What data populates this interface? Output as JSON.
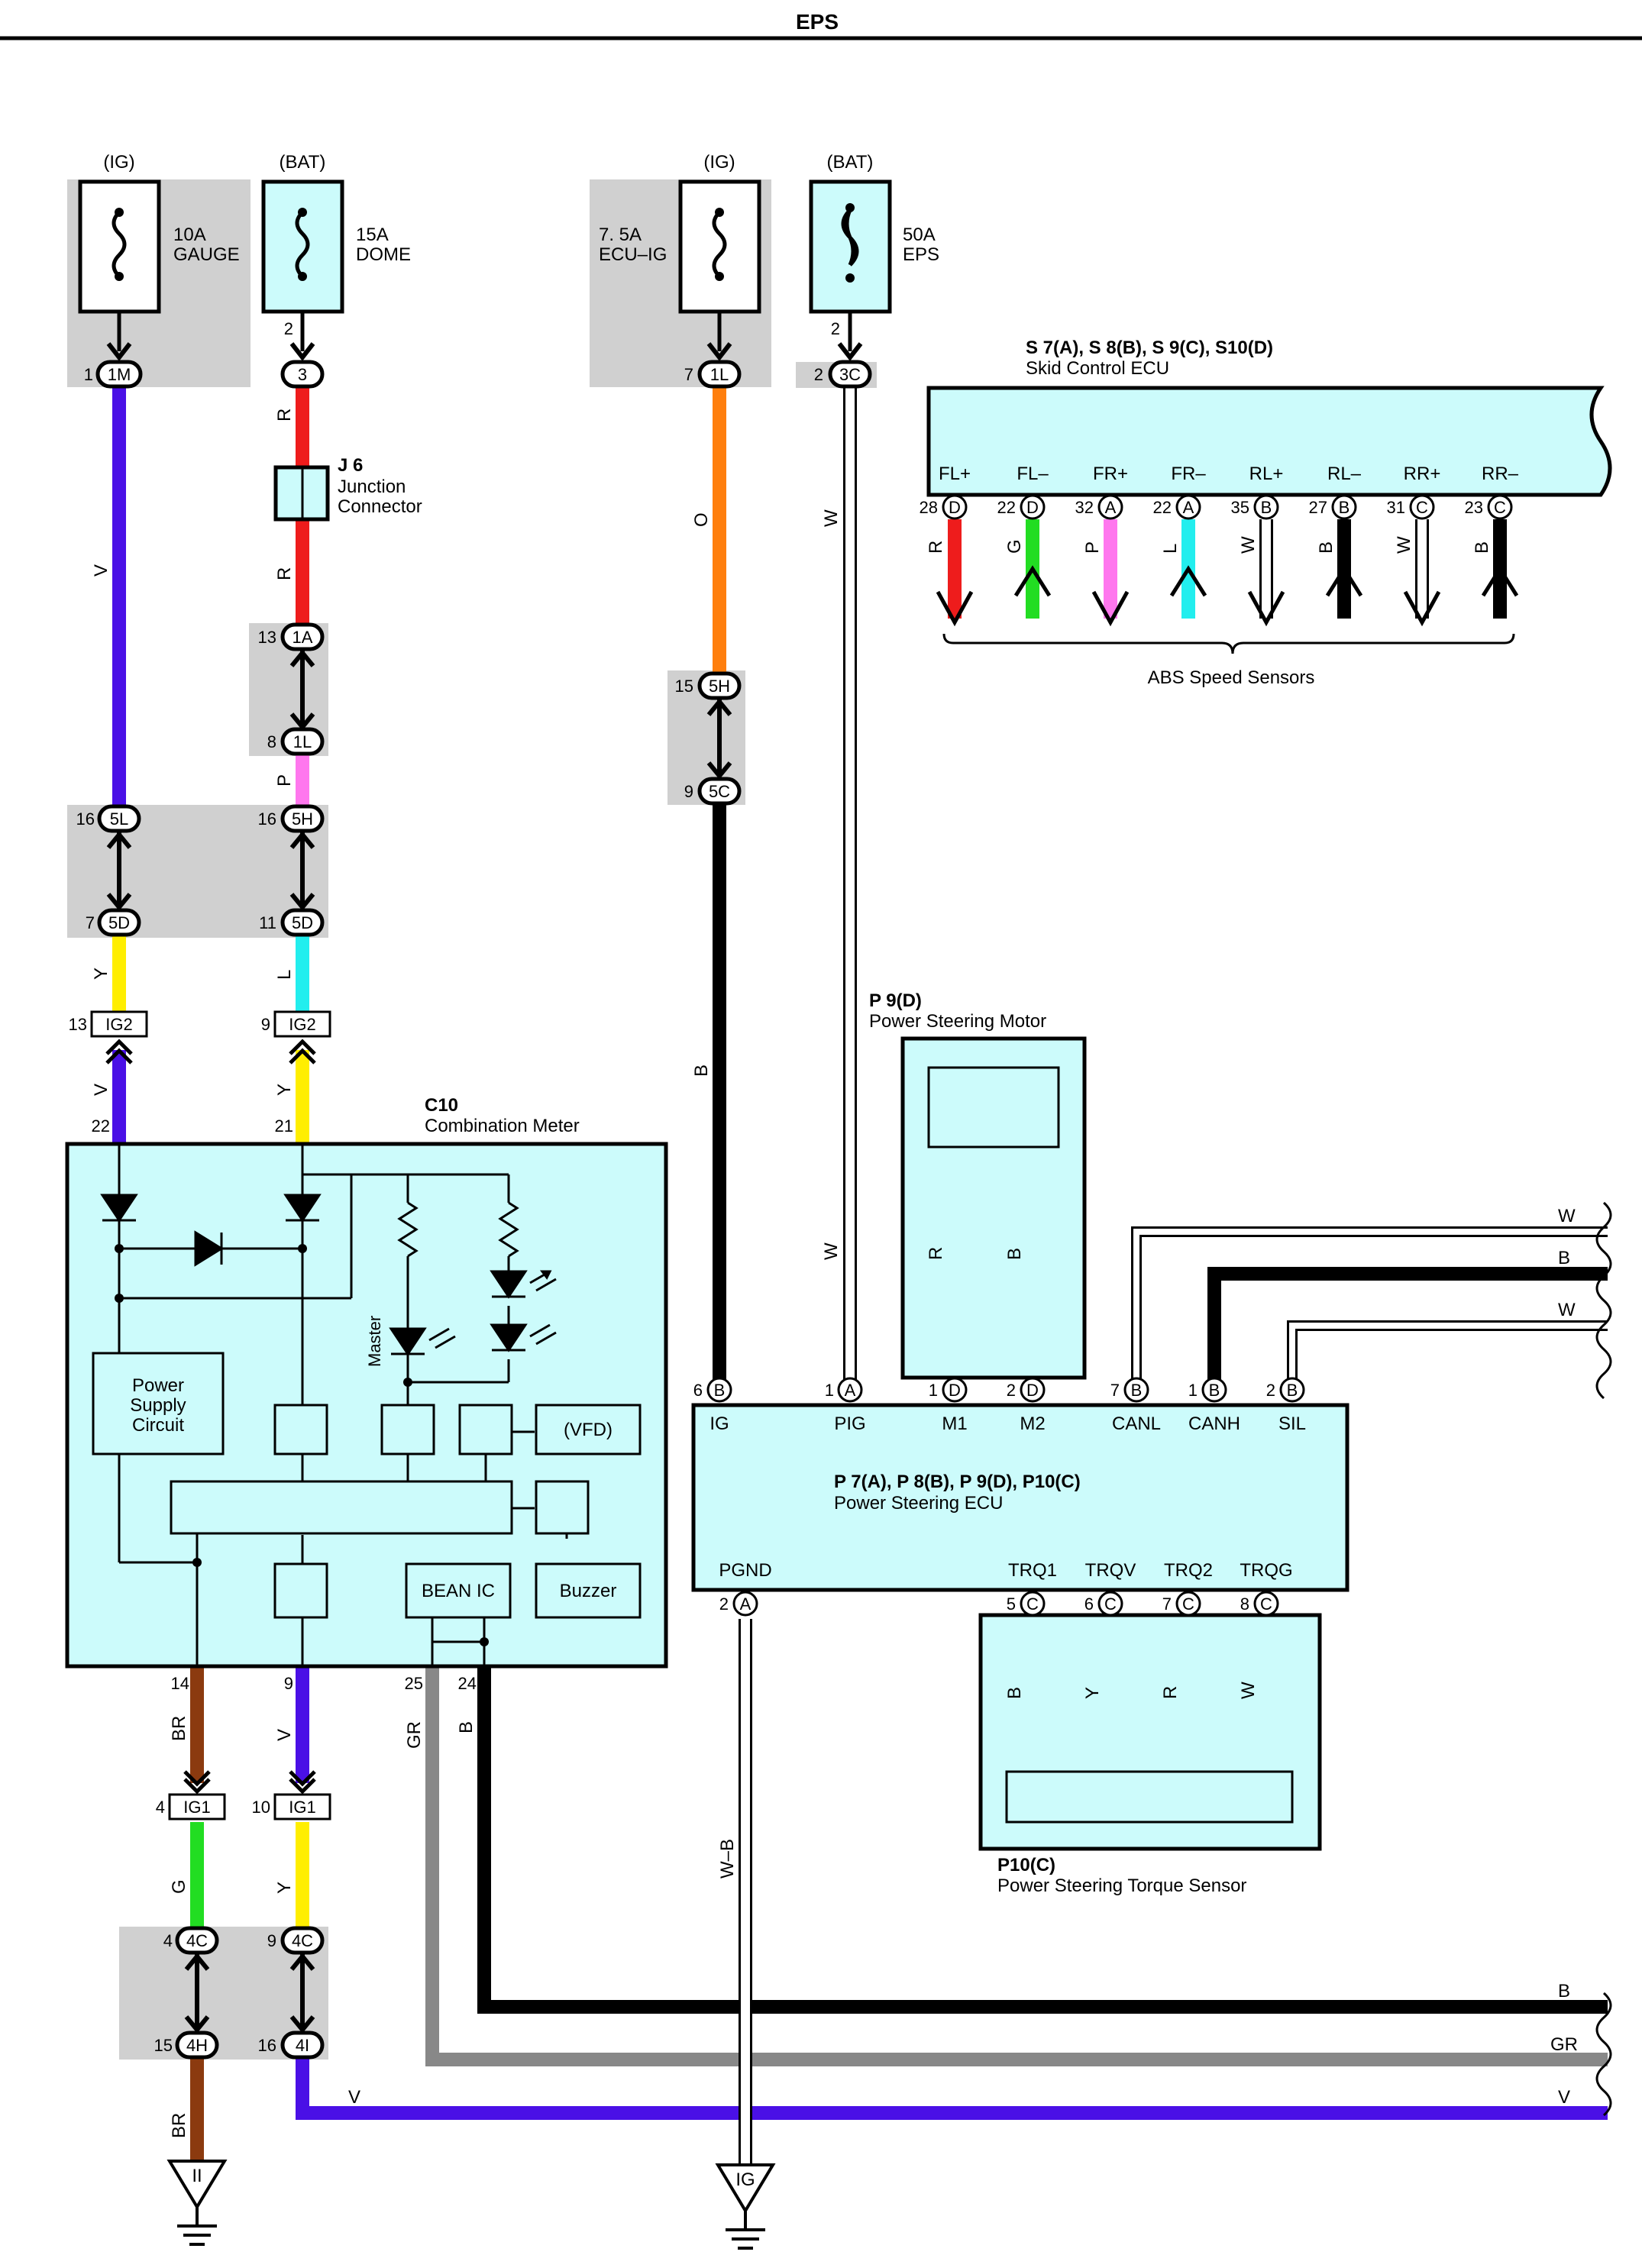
{
  "page_title": "EPS",
  "fuses": [
    {
      "id": "gauge",
      "source": "(IG)",
      "rating": "10A",
      "name": "GAUGE"
    },
    {
      "id": "dome",
      "source": "(BAT)",
      "rating": "15A",
      "name": "DOME"
    },
    {
      "id": "ecuig",
      "source": "(IG)",
      "rating": "7. 5A",
      "name": "ECU–IG"
    },
    {
      "id": "eps",
      "source": "(BAT)",
      "rating": "50A",
      "name": "EPS"
    }
  ],
  "connectors": {
    "c_1m": "1M",
    "c_3": "3",
    "c_1l_top": "1L",
    "c_3c": "3C",
    "c_1a": "1A",
    "c_1l": "1L",
    "c_5h_top": "5H",
    "c_5c": "5C",
    "c_5l": "5L",
    "c_5h": "5H",
    "c_5d_a": "5D",
    "c_5d_b": "5D",
    "ig2": "IG2",
    "ig1": "IG1",
    "c_4c": "4C",
    "c_4h": "4H",
    "c_4i": "4I",
    "A": "A",
    "B": "B",
    "C": "C",
    "D": "D"
  },
  "pin_numbers": {
    "p1": "1",
    "p2": "2",
    "p7": "7",
    "p2b": "2",
    "p13": "13",
    "p8": "8",
    "p15": "15",
    "p9": "9",
    "p16a": "16",
    "p16b": "16",
    "p7b": "7",
    "p11": "11",
    "p13b": "13",
    "p9b": "9",
    "p22": "22",
    "p21": "21",
    "p14": "14",
    "p9c": "9",
    "p25": "25",
    "p24": "24",
    "p4": "4",
    "p10": "10",
    "p4b": "4",
    "p9d": "9",
    "p15b": "15",
    "p16c": "16",
    "ecu6": "6",
    "ecu1a": "1",
    "ecu1d": "1",
    "ecu2d": "2",
    "ecu7b": "7",
    "ecu1b": "1",
    "ecu2b": "2",
    "ecu2a": "2",
    "ecu5c": "5",
    "ecu6c": "6",
    "ecu7c": "7",
    "ecu8c": "8",
    "s28": "28",
    "s22a": "22",
    "s32": "32",
    "s22b": "22",
    "s35": "35",
    "s27": "27",
    "s31": "31",
    "s23": "23"
  },
  "wire_colors": {
    "V": "V",
    "R": "R",
    "B": "B",
    "P": "P",
    "Y": "Y",
    "L": "L",
    "O": "O",
    "W": "W",
    "BR": "BR",
    "G": "G",
    "GR": "GR",
    "WB": "W–B"
  },
  "colors": {
    "V": "#4a10e6",
    "R": "#ee1c1c",
    "B": "#000000",
    "P": "#ff77ee",
    "Y": "#ffee00",
    "L": "#22eeee",
    "O": "#ff7f0e",
    "W": "#ffffff",
    "BR": "#8b3a0f",
    "G": "#22dd22",
    "GR": "#888888"
  },
  "j6": {
    "id": "J 6",
    "name_l1": "Junction",
    "name_l2": "Connector"
  },
  "c10": {
    "id": "C10",
    "name": "Combination Meter"
  },
  "meter_blocks": {
    "power_l1": "Power",
    "power_l2": "Supply",
    "power_l3": "Circuit",
    "vfd": "(VFD)",
    "bean": "BEAN IC",
    "buzzer": "Buzzer",
    "master": "Master"
  },
  "skid_ecu": {
    "id": "S 7(A), S 8(B), S 9(C), S10(D)",
    "name": "Skid Control ECU",
    "terminals": [
      "FL+",
      "FL–",
      "FR+",
      "FR–",
      "RL+",
      "RL–",
      "RR+",
      "RR–"
    ],
    "sensors_label": "ABS Speed Sensors"
  },
  "motor": {
    "id": "P 9(D)",
    "name": "Power Steering Motor"
  },
  "ps_ecu": {
    "id": "P 7(A), P 8(B), P 9(D), P10(C)",
    "name": "Power Steering ECU",
    "terminals": [
      "IG",
      "PIG",
      "M1",
      "M2",
      "CANL",
      "CANH",
      "SIL",
      "PGND",
      "TRQ1",
      "TRQV",
      "TRQ2",
      "TRQG"
    ]
  },
  "torque": {
    "id": "P10(C)",
    "name": "Power Steering Torque Sensor"
  },
  "grounds": {
    "g1": "II",
    "g2": "IG"
  }
}
